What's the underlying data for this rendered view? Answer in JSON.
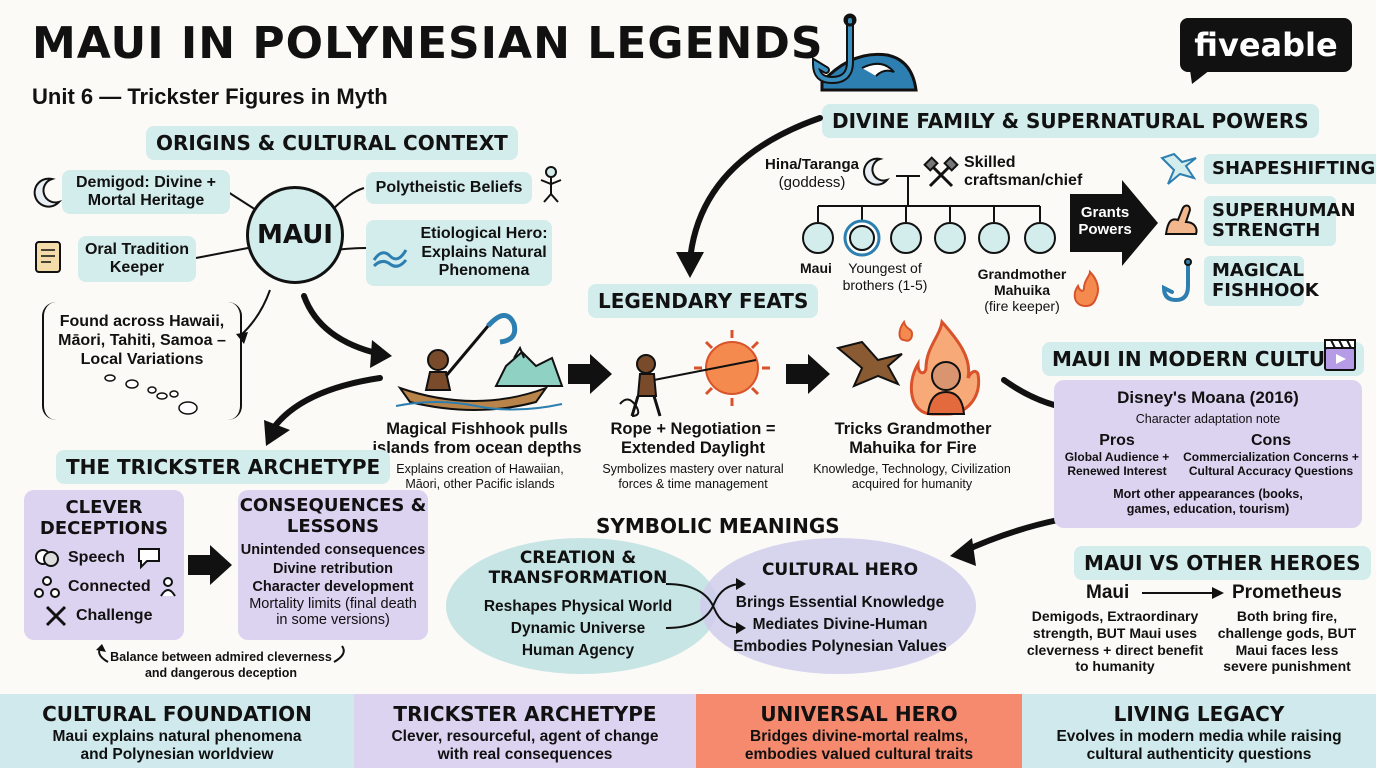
{
  "header": {
    "title": "MAUI IN POLYNESIAN LEGENDS",
    "subtitle": "Unit 6 — Trickster Figures in Myth",
    "logo": "fiveable"
  },
  "origins": {
    "heading": "ORIGINS & CULTURAL CONTEXT",
    "center": "MAUI",
    "demigod": "Demigod: Divine + Mortal Heritage",
    "oral": "Oral Tradition Keeper",
    "polytheistic": "Polytheistic Beliefs",
    "etiological": "Etiological Hero: Explains Natural Phenomena",
    "found": "Found across Hawaii, Māori, Tahiti, Samoa – Local Variations"
  },
  "family": {
    "heading": "DIVINE FAMILY & SUPERNATURAL POWERS",
    "mother": "Hina/Taranga",
    "mother_role": "(goddess)",
    "father": "Skilled",
    "father_role": "craftsman/chief",
    "maui": "Maui",
    "youngest": "Youngest of brothers (1-5)",
    "grandmother": "Grandmother Mahuika",
    "grandmother_role": "(fire keeper)",
    "grants": "Grants Powers",
    "powers": [
      "SHAPESHIFTING",
      "SUPERHUMAN STRENGTH",
      "MAGICAL FISHHOOK"
    ]
  },
  "feats": {
    "heading": "LEGENDARY FEATS",
    "items": [
      {
        "title": "Magical Fishhook pulls islands from ocean depths",
        "desc": "Explains creation of Hawaiian, Māori, other Pacific islands"
      },
      {
        "title": "Rope + Negotiation = Extended Daylight",
        "desc": "Symbolizes mastery over natural forces & time management"
      },
      {
        "title": "Tricks Grandmother Mahuika for Fire",
        "desc": "Knowledge, Technology, Civilization acquired for humanity"
      }
    ]
  },
  "modern": {
    "heading": "MAUI IN MODERN CULTURE",
    "title": "Disney's Moana (2016)",
    "note": "Character adaptation note",
    "pros_h": "Pros",
    "pros": "Global Audience + Renewed Interest",
    "cons_h": "Cons",
    "cons": "Commercialization Concerns + Cultural Accuracy Questions",
    "other": "Mort other appearances (books, games, education, tourism)"
  },
  "trickster": {
    "heading": "THE TRICKSTER ARCHETYPE",
    "clever_h": "CLEVER DECEPTIONS",
    "clever_items": [
      "Speech",
      "Connected",
      "Challenge"
    ],
    "cons_h": "CONSEQUENCES & LESSONS",
    "cons_items": [
      "Unintended consequences",
      "Divine retribution",
      "Character development",
      "Mortality limits (final death in some versions)"
    ],
    "balance": "Balance between admired cleverness and dangerous deception"
  },
  "symbolic": {
    "heading": "SYMBOLIC MEANINGS",
    "left_h": "CREATION & TRANSFORMATION",
    "left_items": [
      "Reshapes Physical World",
      "Dynamic Universe",
      "Human Agency"
    ],
    "right_h": "CULTURAL HERO",
    "right_items": [
      "Brings Essential Knowledge",
      "Mediates Divine-Human",
      "Embodies Polynesian Values"
    ]
  },
  "vs": {
    "heading": "MAUI VS OTHER HEROES",
    "left_h": "Maui",
    "right_h": "Prometheus",
    "left": "Demigods, Extraordinary strength, BUT Maui uses cleverness + direct benefit to humanity",
    "right": "Both bring fire, challenge gods, BUT Maui faces less severe punishment"
  },
  "footer": [
    {
      "h": "CULTURAL FOUNDATION",
      "t": "Maui explains natural phenomena and Polynesian worldview",
      "color": "#cfe9ec"
    },
    {
      "h": "TRICKSTER ARCHETYPE",
      "t": "Clever, resourceful, agent of change with real consequences",
      "color": "#dcd3f1"
    },
    {
      "h": "UNIVERSAL HERO",
      "t": "Bridges divine-mortal realms, embodies valued cultural traits",
      "color": "#f58a6e"
    },
    {
      "h": "LIVING LEGACY",
      "t": "Evolves in modern media while raising cultural authenticity questions",
      "color": "#cfe9ec"
    }
  ],
  "colors": {
    "teal": "#d3ecec",
    "purple": "#dcd3f1",
    "orange": "#f58a6e",
    "ink": "#111111"
  }
}
